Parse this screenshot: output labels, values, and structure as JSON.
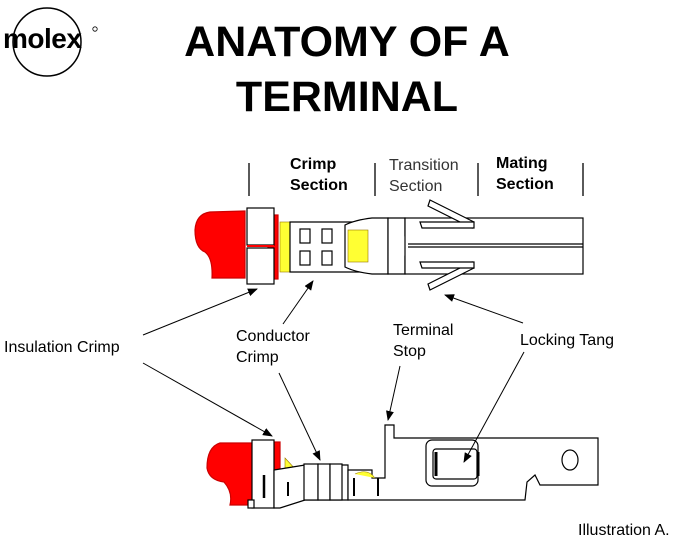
{
  "logo": {
    "text": "molex",
    "mark": "®"
  },
  "title": {
    "line1": "ANATOMY OF A",
    "line2": "TERMINAL"
  },
  "sections": [
    {
      "line1": "Crimp",
      "line2": "Section"
    },
    {
      "line1": "Transition",
      "line2": "Section"
    },
    {
      "line1": "Mating",
      "line2": "Section"
    }
  ],
  "callouts": {
    "insulation_crimp": "Insulation Crimp",
    "conductor_crimp_1": "Conductor",
    "conductor_crimp_2": "Crimp",
    "terminal_stop_1": "Terminal",
    "terminal_stop_2": "Stop",
    "locking_tang": "Locking Tang"
  },
  "caption": "Illustration A.",
  "colors": {
    "insulation": "#ff0000",
    "wire": "#ffff33",
    "line": "#000000"
  }
}
